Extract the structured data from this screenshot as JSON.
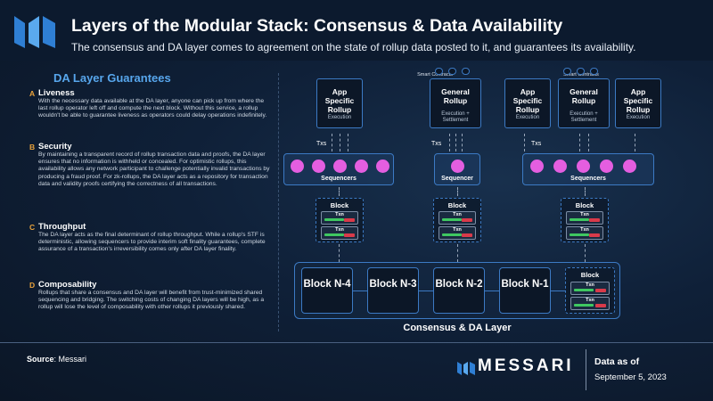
{
  "header": {
    "title": "Layers of the Modular Stack: Consensus & Data Availability",
    "subtitle": "The consensus and DA layer comes to agreement on the state of rollup data posted to it, and guarantees its availability."
  },
  "guarantees": {
    "title": "DA Layer Guarantees",
    "items": [
      {
        "letter": "A",
        "heading": "Liveness",
        "body": "With the necessary data available at the DA layer, anyone can pick up from where the last rollup operator left off and compute the next block. Without this service, a rollup wouldn't be able to guarantee liveness as operators could delay operations indefinitely."
      },
      {
        "letter": "B",
        "heading": "Security",
        "body": "By maintaining a transparent record of rollup transaction data and proofs, the DA layer ensures that no information is withheld or concealed. For optimistic rollups, this availability allows any network participant to challenge potentially invalid transactions by producing a fraud proof. For zk-rollups, the DA layer acts as a repository for transaction data and validity proofs certifying the correctness of all transactions."
      },
      {
        "letter": "C",
        "heading": "Throughput",
        "body": "The DA layer acts as the final determinant of rollup throughput. While a rollup's STF is deterministic, allowing sequencers to provide interim soft finality guarantees, complete assurance of a transaction's irreversibility comes only after DA layer finality."
      },
      {
        "letter": "D",
        "heading": "Composability",
        "body": "Rollups that share a consensus and DA layer will benefit from trust-minimized shared sequencing and bridging. The switching costs of changing DA layers will be high, as a rollup will lose the level of composability with other rollups it previously shared."
      }
    ]
  },
  "diagram": {
    "smart_contracts": "Smart Contracts",
    "rollups": [
      {
        "name": "App Specific Rollup",
        "sub": "Execution"
      },
      {
        "name": "General Rollup",
        "sub": "Execution + Settlement"
      },
      {
        "name": "App Specific Rollup",
        "sub": "Execution"
      },
      {
        "name": "General Rollup",
        "sub": "Execution + Settlement"
      },
      {
        "name": "App Specific Rollup",
        "sub": "Execution"
      }
    ],
    "txs": "Txs",
    "sequencers": "Sequencers",
    "sequencer": "Sequencer",
    "block": "Block",
    "txn": "Txn",
    "da_blocks": [
      "Block N-4",
      "Block N-3",
      "Block N-2",
      "Block N-1"
    ],
    "da_label": "Consensus & DA Layer"
  },
  "footer": {
    "source_label": "Source",
    "source_value": ": Messari",
    "brand": "MESSARI",
    "data_as_of": "Data as of",
    "date": "September 5, 2023"
  },
  "colors": {
    "background": "#0f2038",
    "accent_blue": "#3c7ac4",
    "heading_blue": "#57a6ec",
    "letter_orange": "#e9a23b",
    "sequencer_pink": "#e45ee0",
    "txn_green": "#3fc861",
    "txn_red": "#d93a4a"
  }
}
